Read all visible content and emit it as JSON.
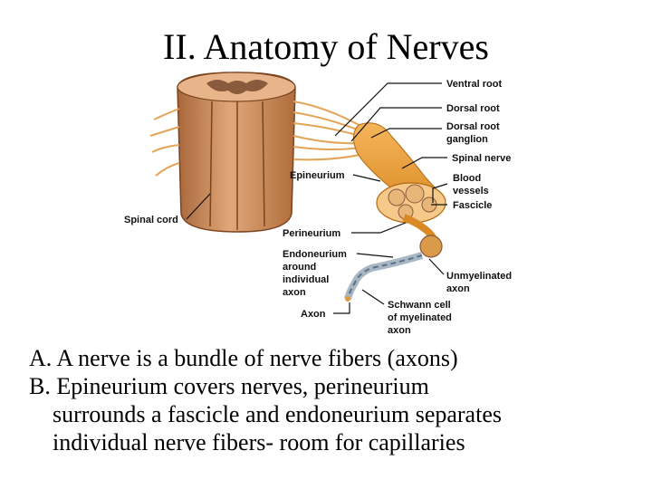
{
  "title": "II.  Anatomy of Nerves",
  "diagram": {
    "labels": {
      "ventral_root": "Ventral root",
      "dorsal_root": "Dorsal root",
      "dorsal_root_ganglion_1": "Dorsal root",
      "dorsal_root_ganglion_2": "ganglion",
      "spinal_nerve": "Spinal nerve",
      "epineurium": "Epineurium",
      "blood_vessels_1": "Blood",
      "blood_vessels_2": "vessels",
      "fascicle": "Fascicle",
      "spinal_cord": "Spinal cord",
      "perineurium": "Perineurium",
      "endoneurium_1": "Endoneurium",
      "endoneurium_2": "around",
      "endoneurium_3": "individual",
      "endoneurium_4": "axon",
      "unmyelinated_1": "Unmyelinated",
      "unmyelinated_2": "axon",
      "axon": "Axon",
      "schwann_1": "Schwann cell",
      "schwann_2": "of myelinated",
      "schwann_3": "axon"
    }
  },
  "points": {
    "a_prefix": "A.  ",
    "a_text": "A nerve is a bundle of nerve fibers (axons)",
    "b_prefix": "B.  ",
    "b_line1": "Epineurium covers nerves, perineurium",
    "b_line2": "surrounds a fascicle and endoneurium separates",
    "b_line3": "individual nerve fibers- room for capillaries"
  }
}
